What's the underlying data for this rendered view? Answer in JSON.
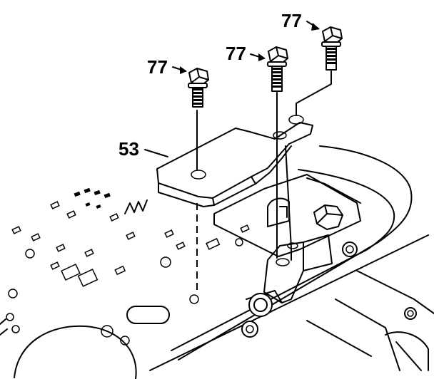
{
  "callouts": {
    "bolt_left": "77",
    "bolt_middle": "77",
    "bolt_right": "77",
    "bracket": "53"
  }
}
